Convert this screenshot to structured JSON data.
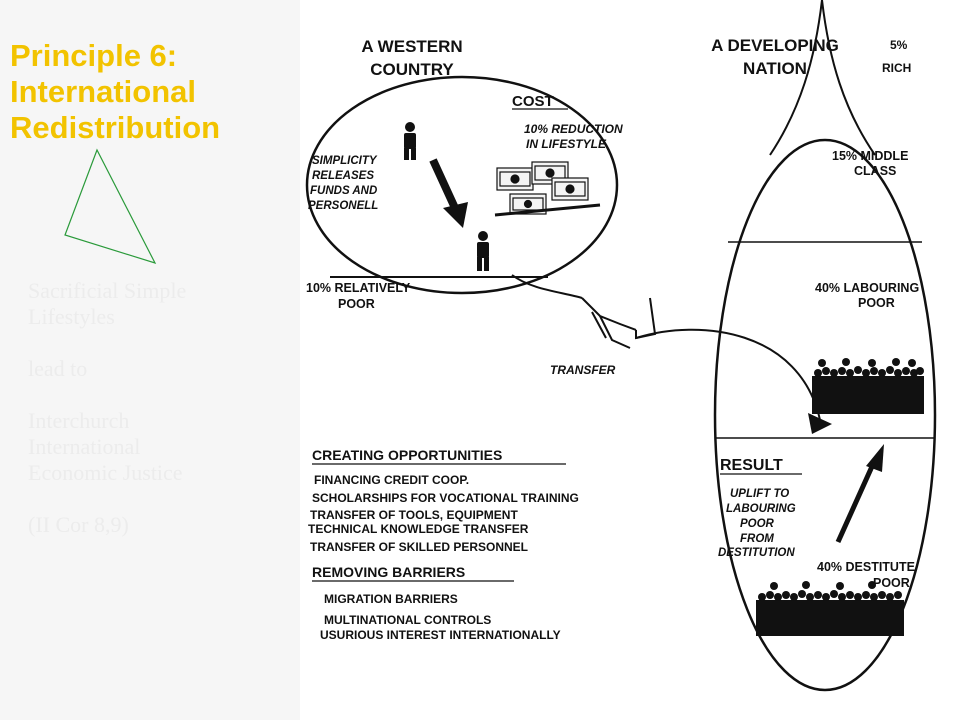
{
  "slide": {
    "title_lines": [
      "Principle 6:",
      "International",
      "Redistribution"
    ],
    "bullets": [
      "Sacrificial Simple",
      "Lifestyles",
      "",
      "lead to",
      "",
      "Interchurch",
      "International",
      "Economic Justice",
      "",
      "(II Cor 8,9)"
    ]
  },
  "diagram": {
    "western": {
      "title_lines": [
        "A WESTERN",
        "COUNTRY"
      ],
      "cost_heading": "COST",
      "cost_lines": [
        "10% REDUCTION",
        "IN LIFESTYLE"
      ],
      "simplicity_lines": [
        "SIMPLICITY",
        "RELEASES",
        "FUNDS AND",
        "PERSONELL"
      ],
      "poor_lines": [
        "10% RELATIVELY",
        "POOR"
      ]
    },
    "transfer_label": "TRANSFER",
    "developing": {
      "title_lines": [
        "A DEVELOPING",
        "NATION"
      ],
      "rich_lines": [
        "5%",
        "RICH"
      ],
      "middle_lines": [
        "15% MIDDLE",
        "CLASS"
      ],
      "labouring_lines": [
        "40% LABOURING",
        "POOR"
      ],
      "result_heading": "RESULT",
      "uplift_lines": [
        "UPLIFT TO",
        "LABOURING",
        "POOR",
        "FROM",
        "DESTITUTION"
      ],
      "destitute_lines": [
        "40% DESTITUTE",
        "POOR"
      ]
    },
    "opportunities": {
      "heading": "CREATING OPPORTUNITIES",
      "items": [
        "FINANCING CREDIT COOP.",
        "SCHOLARSHIPS FOR VOCATIONAL TRAINING",
        "TRANSFER OF TOOLS, EQUIPMENT",
        "TECHNICAL KNOWLEDGE TRANSFER",
        "TRANSFER OF SKILLED PERSONNEL"
      ]
    },
    "barriers": {
      "heading": "REMOVING BARRIERS",
      "items": [
        "MIGRATION BARRIERS",
        "MULTINATIONAL CONTROLS",
        "USURIOUS INTEREST INTERNATIONALLY"
      ]
    }
  },
  "colors": {
    "title": "#f2c300",
    "panel": "#f6f6f6",
    "bullet_text": "#ececec",
    "triangle": "#2a9a3a",
    "ink": "#111111"
  }
}
